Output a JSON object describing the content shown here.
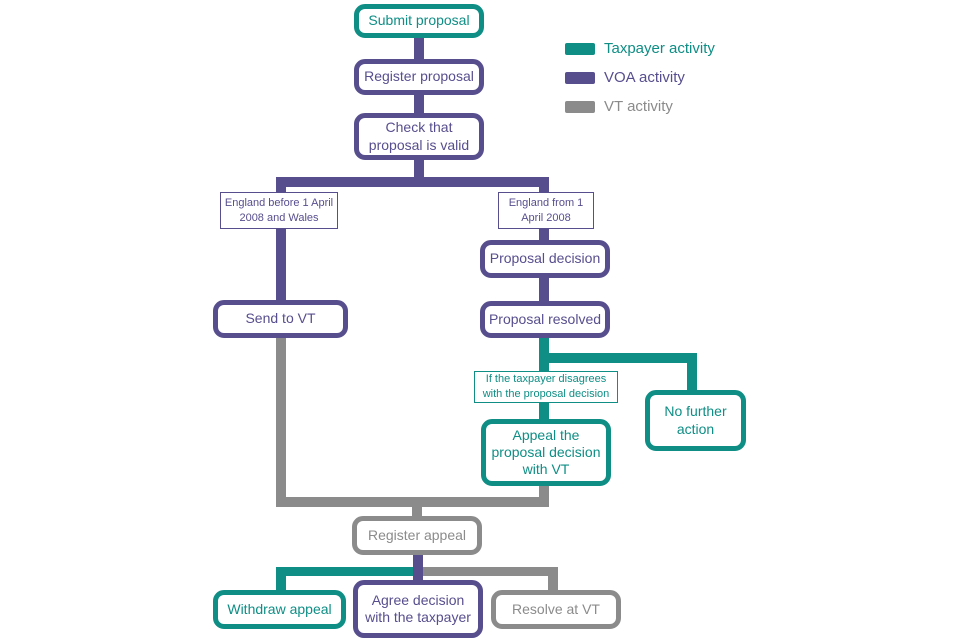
{
  "colors": {
    "taxpayer": "#0E8E85",
    "voa": "#574E8E",
    "vt": "#8B8B8B"
  },
  "legend": {
    "items": [
      {
        "key": "taxpayer",
        "label": "Taxpayer activity"
      },
      {
        "key": "voa",
        "label": "VOA activity"
      },
      {
        "key": "vt",
        "label": "VT activity"
      }
    ]
  },
  "nodes": {
    "submit_proposal": "Submit proposal",
    "register_proposal": "Register proposal",
    "check_valid": "Check that proposal is valid",
    "send_to_vt": "Send to VT",
    "proposal_decision": "Proposal decision",
    "proposal_resolved": "Proposal resolved",
    "appeal_vt": "Appeal the proposal decision with VT",
    "no_further_action": "No further action",
    "register_appeal": "Register appeal",
    "withdraw_appeal": "Withdraw appeal",
    "agree_decision": "Agree decision with the taxpayer",
    "resolve_at_vt": "Resolve at VT"
  },
  "condition_labels": {
    "england_before": "England before 1 April 2008 and Wales",
    "england_from": "England from 1 April 2008",
    "if_disagrees": "If the taxpayer disagrees with the proposal decision"
  }
}
